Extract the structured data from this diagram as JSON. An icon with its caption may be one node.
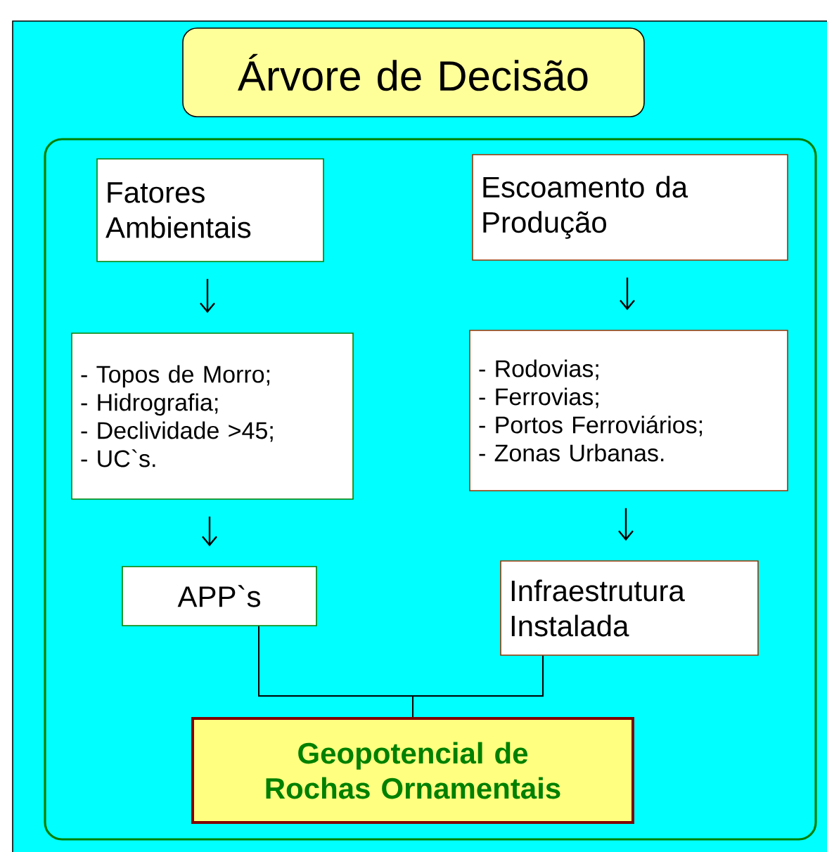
{
  "diagram": {
    "nodes": [
      {
        "text": [
          "Árvore de Decisão"
        ]
      },
      {
        "text": [],
        "shape": "box"
      },
      {
        "text": [
          "Fatores Ambientais"
        ],
        "in": 1
      },
      {
        "text": [
          "Escoamento da Produção"
        ],
        "in": 1
      },
      {
        "text": [
          "- Topos de Morro;",
          "- Hidrografia;",
          "- Declividade >45;",
          "- UC`s."
        ],
        "in": 1
      },
      {
        "text": [
          "- Rodovias;",
          "- Ferrovias;",
          "- Portos Ferroviários;",
          "- Zonas Urbanas."
        ],
        "in": 1
      },
      {
        "text": [
          "APP`s"
        ],
        "in": 1
      },
      {
        "text": [
          "Infraestrutura Instalada"
        ],
        "in": 1
      },
      {
        "text": [
          "Geopotencial de Rochas Ornamentais"
        ],
        "in": 1
      }
    ],
    "edges": [
      {
        "from": 2,
        "to": 4,
        "arrow": "to"
      },
      {
        "from": 3,
        "to": 5,
        "arrow": "to"
      },
      {
        "from": 4,
        "to": 6,
        "arrow": "to"
      },
      {
        "from": 5,
        "to": 7,
        "arrow": "to"
      },
      {
        "from": 6,
        "to": 8,
        "arrow": "none"
      },
      {
        "from": 7,
        "to": 8,
        "arrow": "none"
      }
    ]
  }
}
